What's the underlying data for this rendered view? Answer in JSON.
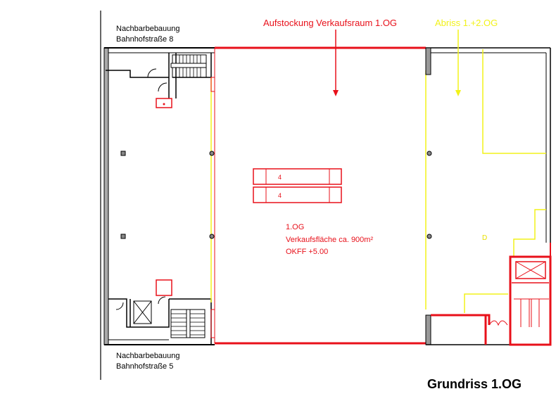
{
  "labels": {
    "neighbor_top_line1": "Nachbarbebauung",
    "neighbor_top_line2": "Bahnhofstraße 8",
    "neighbor_bottom_line1": "Nachbarbebauung",
    "neighbor_bottom_line2": "Bahnhofstraße 5",
    "addition_note": "Aufstockung Verkaufsraum 1.OG",
    "demolition_note": "Abriss 1.+2.OG",
    "floor_label": "1.OG",
    "area_label": "Verkaufsfläche ca. 900m²",
    "level_label": "OKFF +5.00",
    "plan_title": "Grundriss 1.OG",
    "escalator_mark_1": "4",
    "escalator_mark_2": "4",
    "yellow_mark": "D"
  },
  "colors": {
    "new_construction": "#e8101a",
    "demolition": "#f2f21a",
    "existing_wall": "#9a9a9a",
    "line": "#000000"
  }
}
